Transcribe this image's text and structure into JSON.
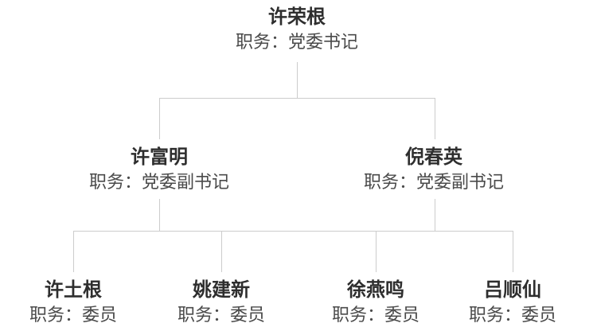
{
  "page": {
    "colors": {
      "background": "#ffffff",
      "connector": "#cccccc",
      "name-text": "#2e2e2e",
      "role-text": "#4a4a4a"
    }
  },
  "org_chart": {
    "levels": [
      {
        "nodes": [
          {
            "name": "许荣根",
            "role": "职务：党委书记"
          }
        ]
      },
      {
        "nodes": [
          {
            "name": "许富明",
            "role": "职务：党委副书记"
          },
          {
            "name": "倪春英",
            "role": "职务：党委副书记"
          }
        ]
      },
      {
        "nodes": [
          {
            "name": "许土根",
            "role": "职务：委员"
          },
          {
            "name": "姚建新",
            "role": "职务：委员"
          },
          {
            "name": "徐燕鸣",
            "role": "职务：委员"
          },
          {
            "name": "吕顺仙",
            "role": "职务：委员"
          }
        ]
      }
    ]
  }
}
